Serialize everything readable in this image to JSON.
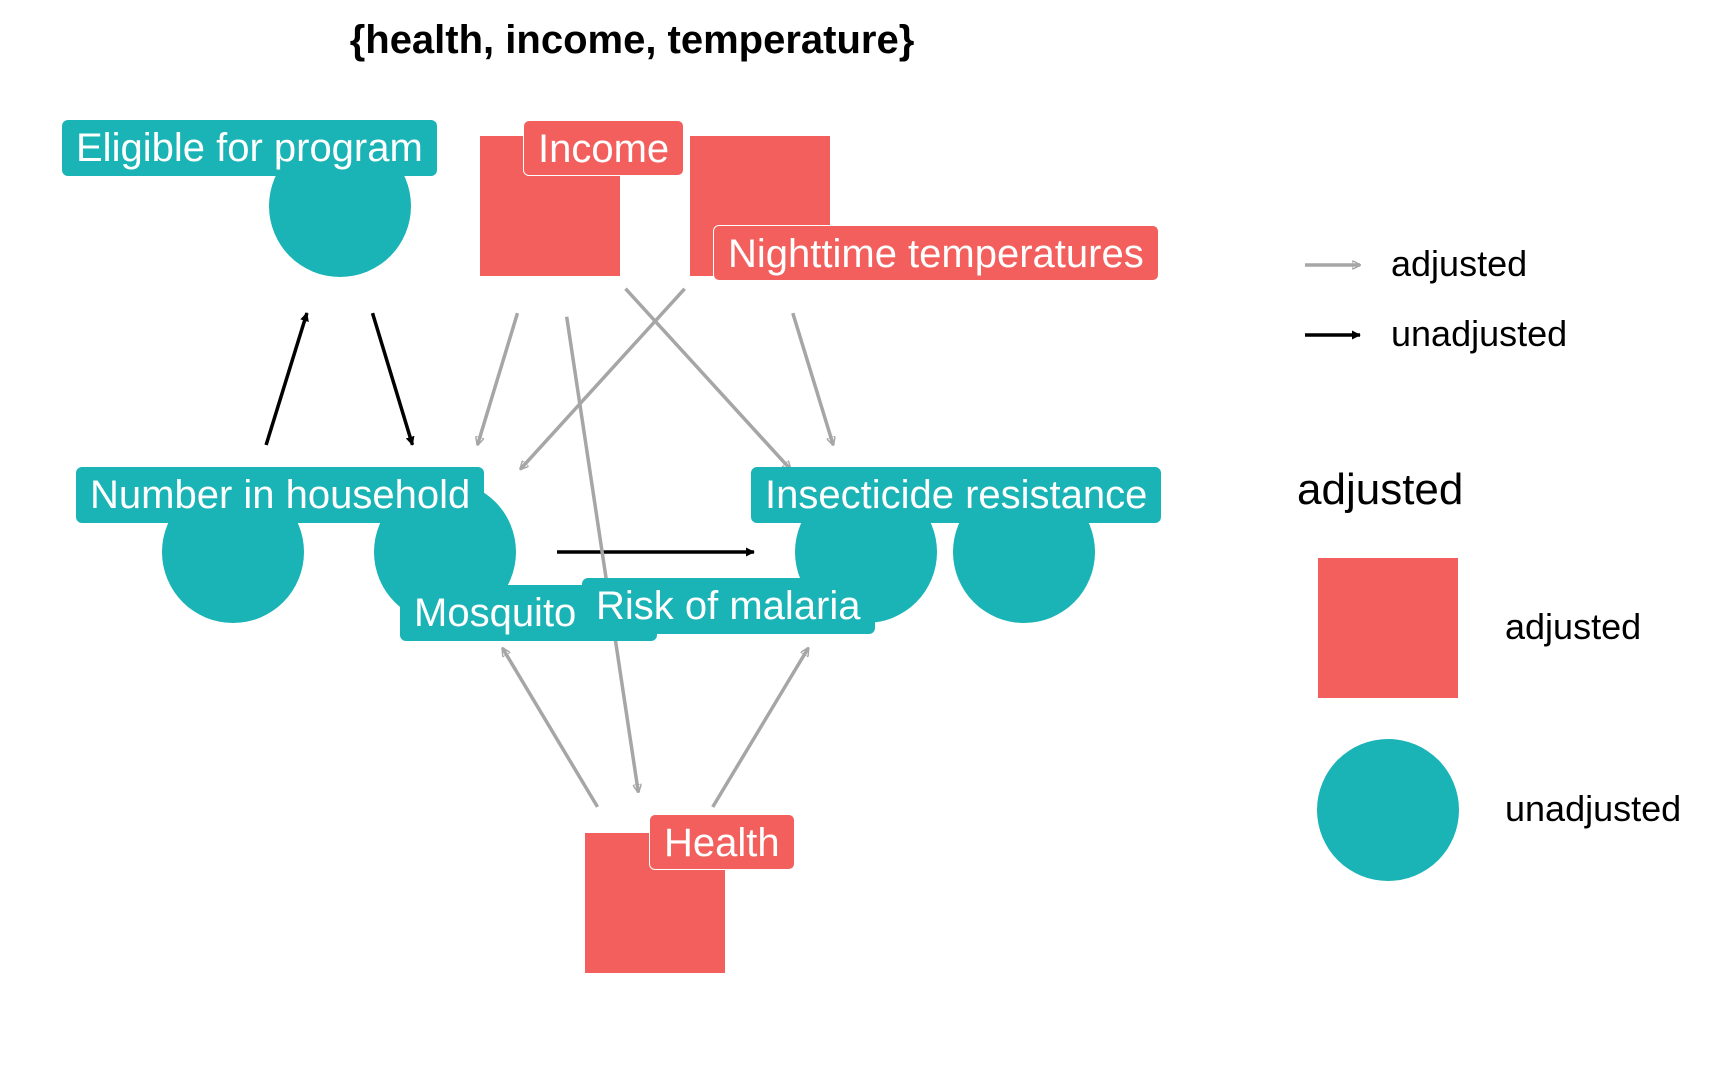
{
  "title": "{health, income, temperature}",
  "colors": {
    "adjusted": "#F25F5C",
    "unadjusted": "#1AB3B6",
    "arrow_adjusted": "#a6a6a6",
    "arrow_unadjusted": "#000000"
  },
  "nodes": [
    {
      "id": "eligible",
      "label": "Eligible for program",
      "status": "unadjusted"
    },
    {
      "id": "income",
      "label": "Income",
      "status": "adjusted"
    },
    {
      "id": "temperature",
      "label": "Nighttime temperatures",
      "status": "adjusted"
    },
    {
      "id": "household",
      "label": "Number in household",
      "status": "unadjusted"
    },
    {
      "id": "mosquito",
      "label": "Mosquito net",
      "status": "unadjusted"
    },
    {
      "id": "insecticide",
      "label": "Insecticide resistance",
      "status": "unadjusted"
    },
    {
      "id": "malaria",
      "label": "Risk of malaria",
      "status": "unadjusted"
    },
    {
      "id": "health",
      "label": "Health",
      "status": "adjusted"
    }
  ],
  "edges": [
    {
      "from": "household",
      "to": "eligible",
      "status": "unadjusted"
    },
    {
      "from": "eligible",
      "to": "mosquito",
      "status": "unadjusted"
    },
    {
      "from": "mosquito",
      "to": "malaria",
      "status": "unadjusted"
    },
    {
      "from": "income",
      "to": "mosquito",
      "status": "adjusted"
    },
    {
      "from": "income",
      "to": "malaria",
      "status": "adjusted"
    },
    {
      "from": "income",
      "to": "health",
      "status": "adjusted"
    },
    {
      "from": "temperature",
      "to": "mosquito",
      "status": "adjusted"
    },
    {
      "from": "temperature",
      "to": "malaria",
      "status": "adjusted"
    },
    {
      "from": "health",
      "to": "mosquito",
      "status": "adjusted"
    },
    {
      "from": "health",
      "to": "malaria",
      "status": "adjusted"
    }
  ],
  "legend": {
    "edge_items": [
      "adjusted",
      "unadjusted"
    ],
    "node_title": "adjusted",
    "node_items": [
      "adjusted",
      "unadjusted"
    ]
  }
}
